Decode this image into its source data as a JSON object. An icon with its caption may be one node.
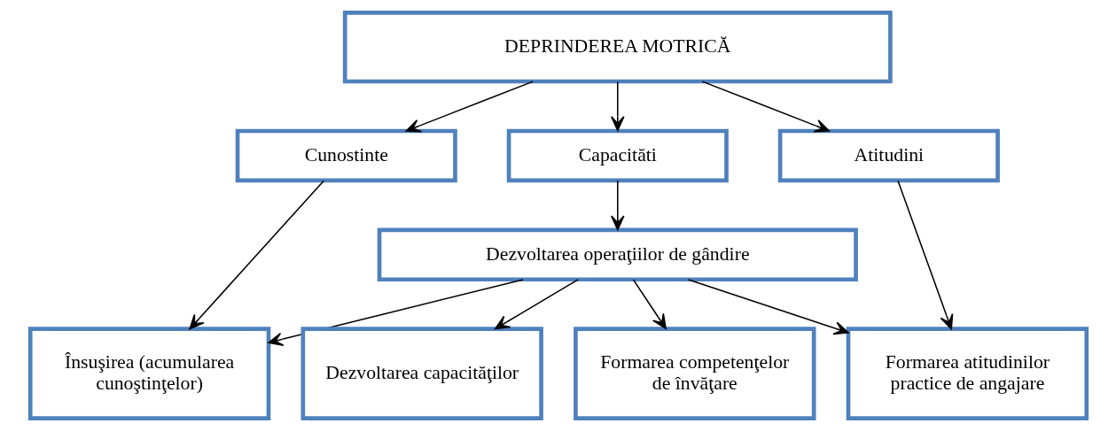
{
  "diagram": {
    "nodes": [
      {
        "text": [
          "DEPRINDEREA MOTRICĂ"
        ]
      },
      {
        "text": [
          "Cunostinte"
        ]
      },
      {
        "text": [
          "Capacităti"
        ]
      },
      {
        "text": [
          "Atitudini"
        ]
      },
      {
        "text": [
          "Dezvoltarea operaţiilor de gândire"
        ]
      },
      {
        "text": [
          "Însuşirea (acumularea cunoştinţelor)"
        ]
      },
      {
        "text": [
          "Dezvoltarea capacităţilor"
        ]
      },
      {
        "text": [
          "Formarea competenţelor de învăţare"
        ]
      },
      {
        "text": [
          "Formarea atitudinilor practice de angajare"
        ]
      }
    ],
    "edges": [
      {
        "from": 0,
        "to": 1,
        "arrow": "to"
      },
      {
        "from": 0,
        "to": 2,
        "arrow": "to"
      },
      {
        "from": 0,
        "to": 3,
        "arrow": "to"
      },
      {
        "from": 1,
        "to": 5,
        "arrow": "to"
      },
      {
        "from": 2,
        "to": 4,
        "arrow": "to"
      },
      {
        "from": 4,
        "to": 5,
        "arrow": "to"
      },
      {
        "from": 4,
        "to": 6,
        "arrow": "to"
      },
      {
        "from": 4,
        "to": 7,
        "arrow": "to"
      },
      {
        "from": 4,
        "to": 8,
        "arrow": "to"
      },
      {
        "from": 3,
        "to": 8,
        "arrow": "to"
      }
    ]
  }
}
